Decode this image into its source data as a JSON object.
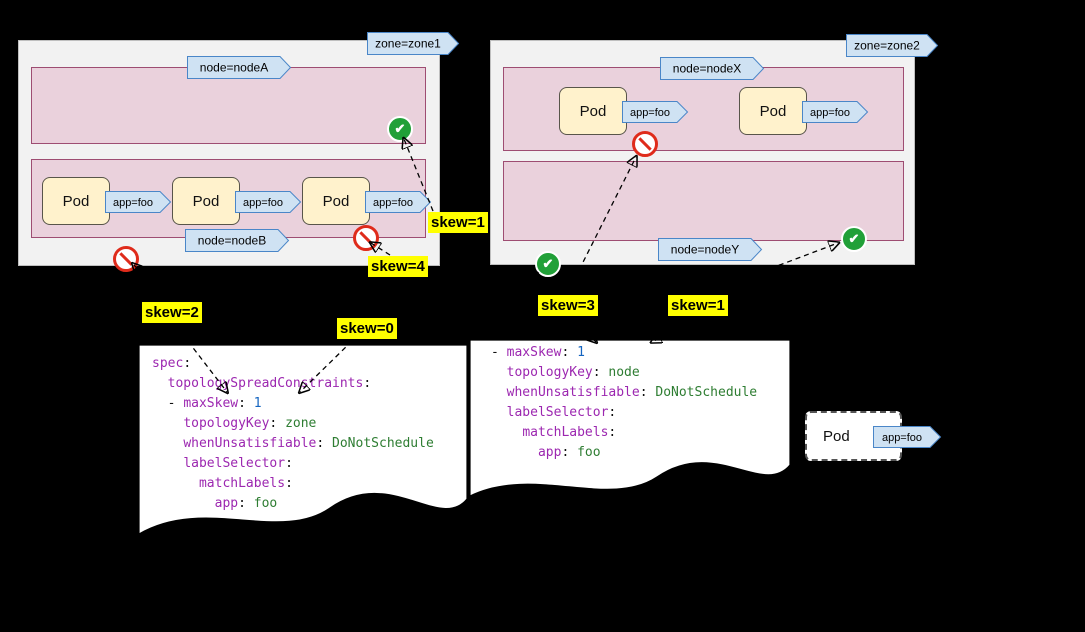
{
  "colors": {
    "background": "#000000",
    "zone_fill": "#f2f2f2",
    "zone_border": "#bfbfbf",
    "node_fill": "#ead1dc",
    "node_border": "#9e4d72",
    "pod_fill": "#fff2cc",
    "tag_fill": "#cfe2f3",
    "tag_border": "#4a86c8",
    "skew_bg": "#ffff00",
    "check_green": "#21a038",
    "ban_red": "#df2b1b",
    "code_key": "#9c27b0",
    "code_value": "#2e7d32",
    "code_number": "#1565c0"
  },
  "zone1": {
    "tag": "zone=zone1",
    "nodeA": {
      "label": "node=nodeA"
    },
    "nodeB": {
      "label": "node=nodeB",
      "pods": [
        {
          "name": "Pod",
          "tag": "app=foo"
        },
        {
          "name": "Pod",
          "tag": "app=foo"
        },
        {
          "name": "Pod",
          "tag": "app=foo"
        }
      ]
    },
    "skews": {
      "nodeA_check": "skew=1",
      "nodeB_ban": "skew=4",
      "left": "skew=2",
      "mid": "skew=0"
    }
  },
  "zone2": {
    "tag": "zone=zone2",
    "nodeX": {
      "label": "node=nodeX",
      "pods": [
        {
          "name": "Pod",
          "tag": "app=foo"
        },
        {
          "name": "Pod",
          "tag": "app=foo"
        }
      ]
    },
    "nodeY": {
      "label": "node=nodeY"
    },
    "skews": {
      "left": "skew=3",
      "right": "skew=1"
    }
  },
  "incoming_pod": {
    "name": "Pod",
    "tag": "app=foo"
  },
  "code_left": {
    "lines": [
      [
        {
          "t": "key",
          "s": "spec"
        },
        {
          "t": "plain",
          "s": ":"
        }
      ],
      [
        {
          "t": "plain",
          "s": "  "
        },
        {
          "t": "key",
          "s": "topologySpreadConstraints"
        },
        {
          "t": "plain",
          "s": ":"
        }
      ],
      [
        {
          "t": "plain",
          "s": "  - "
        },
        {
          "t": "key",
          "s": "maxSkew"
        },
        {
          "t": "plain",
          "s": ": "
        },
        {
          "t": "num",
          "s": "1"
        }
      ],
      [
        {
          "t": "plain",
          "s": "    "
        },
        {
          "t": "key",
          "s": "topologyKey"
        },
        {
          "t": "plain",
          "s": ": "
        },
        {
          "t": "val",
          "s": "zone"
        }
      ],
      [
        {
          "t": "plain",
          "s": "    "
        },
        {
          "t": "key",
          "s": "whenUnsatisfiable"
        },
        {
          "t": "plain",
          "s": ": "
        },
        {
          "t": "val",
          "s": "DoNotSchedule"
        }
      ],
      [
        {
          "t": "plain",
          "s": "    "
        },
        {
          "t": "key",
          "s": "labelSelector"
        },
        {
          "t": "plain",
          "s": ":"
        }
      ],
      [
        {
          "t": "plain",
          "s": "      "
        },
        {
          "t": "key",
          "s": "matchLabels"
        },
        {
          "t": "plain",
          "s": ":"
        }
      ],
      [
        {
          "t": "plain",
          "s": "        "
        },
        {
          "t": "key",
          "s": "app"
        },
        {
          "t": "plain",
          "s": ": "
        },
        {
          "t": "val",
          "s": "foo"
        }
      ]
    ]
  },
  "code_right": {
    "lines": [
      [
        {
          "t": "plain",
          "s": "- "
        },
        {
          "t": "key",
          "s": "maxSkew"
        },
        {
          "t": "plain",
          "s": ": "
        },
        {
          "t": "num",
          "s": "1"
        }
      ],
      [
        {
          "t": "plain",
          "s": "  "
        },
        {
          "t": "key",
          "s": "topologyKey"
        },
        {
          "t": "plain",
          "s": ": "
        },
        {
          "t": "val",
          "s": "node"
        }
      ],
      [
        {
          "t": "plain",
          "s": "  "
        },
        {
          "t": "key",
          "s": "whenUnsatisfiable"
        },
        {
          "t": "plain",
          "s": ": "
        },
        {
          "t": "val",
          "s": "DoNotSchedule"
        }
      ],
      [
        {
          "t": "plain",
          "s": "  "
        },
        {
          "t": "key",
          "s": "labelSelector"
        },
        {
          "t": "plain",
          "s": ":"
        }
      ],
      [
        {
          "t": "plain",
          "s": "    "
        },
        {
          "t": "key",
          "s": "matchLabels"
        },
        {
          "t": "plain",
          "s": ":"
        }
      ],
      [
        {
          "t": "plain",
          "s": "      "
        },
        {
          "t": "key",
          "s": "app"
        },
        {
          "t": "plain",
          "s": ": "
        },
        {
          "t": "val",
          "s": "foo"
        }
      ]
    ]
  }
}
